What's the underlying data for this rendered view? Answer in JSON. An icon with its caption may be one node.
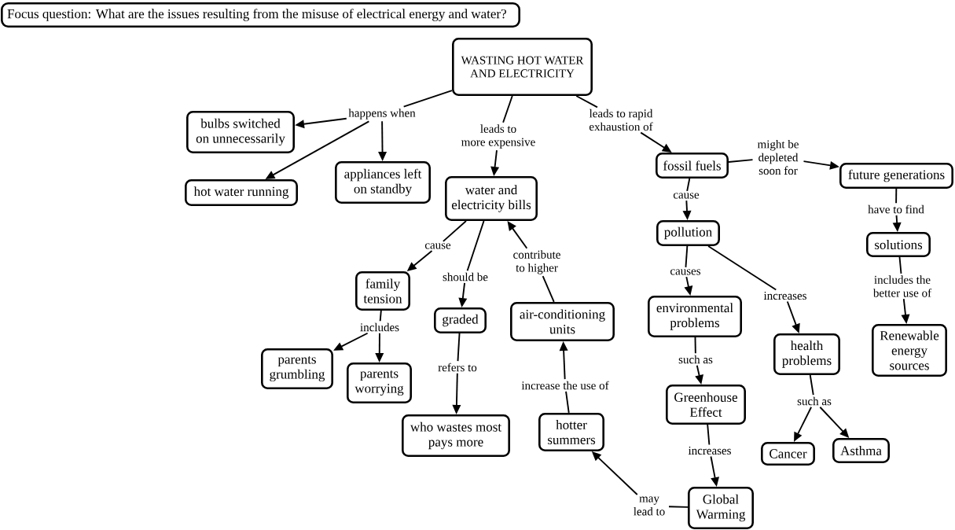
{
  "diagram": {
    "nodes": [
      {
        "text": [
          "Focus question: What are the issues resulting from the misuse of electrical energy and water?"
        ]
      },
      {
        "text": [
          "WASTING HOT WATER AND ELECTRICITY"
        ]
      },
      {
        "text": [
          "happens when"
        ]
      },
      {
        "text": [
          "leads to more expensive"
        ]
      },
      {
        "text": [
          "leads to rapid exhaustion of"
        ]
      },
      {
        "text": [
          "bulbs switched on unnecessarily"
        ]
      },
      {
        "text": [
          "hot water running"
        ]
      },
      {
        "text": [
          "appliances left on standby"
        ]
      },
      {
        "text": [
          "water and electricity bills"
        ]
      },
      {
        "text": [
          "fossil fuels"
        ]
      },
      {
        "text": [
          "might be depleted soon for"
        ]
      },
      {
        "text": [
          "future generations"
        ]
      },
      {
        "text": [
          "cause"
        ]
      },
      {
        "text": [
          "pollution"
        ]
      },
      {
        "text": [
          "have to find"
        ]
      },
      {
        "text": [
          "solutions"
        ]
      },
      {
        "text": [
          "cause"
        ]
      },
      {
        "text": [
          "should be"
        ]
      },
      {
        "text": [
          "contribute to higher"
        ]
      },
      {
        "text": [
          "causes"
        ]
      },
      {
        "text": [
          "increases"
        ]
      },
      {
        "text": [
          "includes the better use of"
        ]
      },
      {
        "text": [
          "family tension"
        ]
      },
      {
        "text": [
          "graded"
        ]
      },
      {
        "text": [
          "air-conditioning units"
        ]
      },
      {
        "text": [
          "environmental problems"
        ]
      },
      {
        "text": [
          "health problems"
        ]
      },
      {
        "text": [
          "Renewable energy sources"
        ]
      },
      {
        "text": [
          "includes"
        ]
      },
      {
        "text": [
          "such as"
        ]
      },
      {
        "text": [
          "parents grumbling"
        ]
      },
      {
        "text": [
          "parents worrying"
        ]
      },
      {
        "text": [
          "refers to"
        ]
      },
      {
        "text": [
          "increase the use of"
        ]
      },
      {
        "text": [
          "Greenhouse Effect"
        ]
      },
      {
        "text": [
          "such as"
        ]
      },
      {
        "text": [
          "who wastes most pays more"
        ]
      },
      {
        "text": [
          "hotter summers"
        ]
      },
      {
        "text": [
          "Cancer"
        ]
      },
      {
        "text": [
          "Asthma"
        ]
      },
      {
        "text": [
          "increases"
        ]
      },
      {
        "text": [
          "may lead to"
        ]
      },
      {
        "text": [
          "Global Warming"
        ]
      }
    ],
    "edges": [
      {
        "from": 1,
        "to": 2,
        "arrow": "none"
      },
      {
        "from": 2,
        "to": 5,
        "arrow": "to"
      },
      {
        "from": 2,
        "to": 6,
        "arrow": "to"
      },
      {
        "from": 2,
        "to": 7,
        "arrow": "to"
      },
      {
        "from": 1,
        "to": 3,
        "arrow": "none"
      },
      {
        "from": 3,
        "to": 8,
        "arrow": "to"
      },
      {
        "from": 1,
        "to": 4,
        "arrow": "none"
      },
      {
        "from": 4,
        "to": 9,
        "arrow": "to"
      },
      {
        "from": 9,
        "to": 10,
        "arrow": "none"
      },
      {
        "from": 10,
        "to": 11,
        "arrow": "to"
      },
      {
        "from": 9,
        "to": 12,
        "arrow": "none"
      },
      {
        "from": 12,
        "to": 13,
        "arrow": "to"
      },
      {
        "from": 11,
        "to": 14,
        "arrow": "none"
      },
      {
        "from": 14,
        "to": 15,
        "arrow": "to"
      },
      {
        "from": 8,
        "to": 16,
        "arrow": "none"
      },
      {
        "from": 16,
        "to": 22,
        "arrow": "to"
      },
      {
        "from": 8,
        "to": 17,
        "arrow": "none"
      },
      {
        "from": 17,
        "to": 23,
        "arrow": "to"
      },
      {
        "from": 24,
        "to": 18,
        "arrow": "none"
      },
      {
        "from": 18,
        "to": 8,
        "arrow": "to"
      },
      {
        "from": 13,
        "to": 19,
        "arrow": "none"
      },
      {
        "from": 19,
        "to": 25,
        "arrow": "to"
      },
      {
        "from": 13,
        "to": 20,
        "arrow": "none"
      },
      {
        "from": 20,
        "to": 26,
        "arrow": "to"
      },
      {
        "from": 15,
        "to": 21,
        "arrow": "none"
      },
      {
        "from": 21,
        "to": 27,
        "arrow": "to"
      },
      {
        "from": 22,
        "to": 28,
        "arrow": "none"
      },
      {
        "from": 28,
        "to": 30,
        "arrow": "to"
      },
      {
        "from": 28,
        "to": 31,
        "arrow": "to"
      },
      {
        "from": 23,
        "to": 32,
        "arrow": "none"
      },
      {
        "from": 32,
        "to": 36,
        "arrow": "to"
      },
      {
        "from": 37,
        "to": 33,
        "arrow": "none"
      },
      {
        "from": 33,
        "to": 24,
        "arrow": "to"
      },
      {
        "from": 25,
        "to": 29,
        "arrow": "none"
      },
      {
        "from": 29,
        "to": 34,
        "arrow": "to"
      },
      {
        "from": 26,
        "to": 35,
        "arrow": "none"
      },
      {
        "from": 35,
        "to": 38,
        "arrow": "to"
      },
      {
        "from": 35,
        "to": 39,
        "arrow": "to"
      },
      {
        "from": 34,
        "to": 40,
        "arrow": "none"
      },
      {
        "from": 40,
        "to": 42,
        "arrow": "to"
      },
      {
        "from": 42,
        "to": 41,
        "arrow": "none"
      },
      {
        "from": 41,
        "to": 37,
        "arrow": "to"
      }
    ]
  }
}
